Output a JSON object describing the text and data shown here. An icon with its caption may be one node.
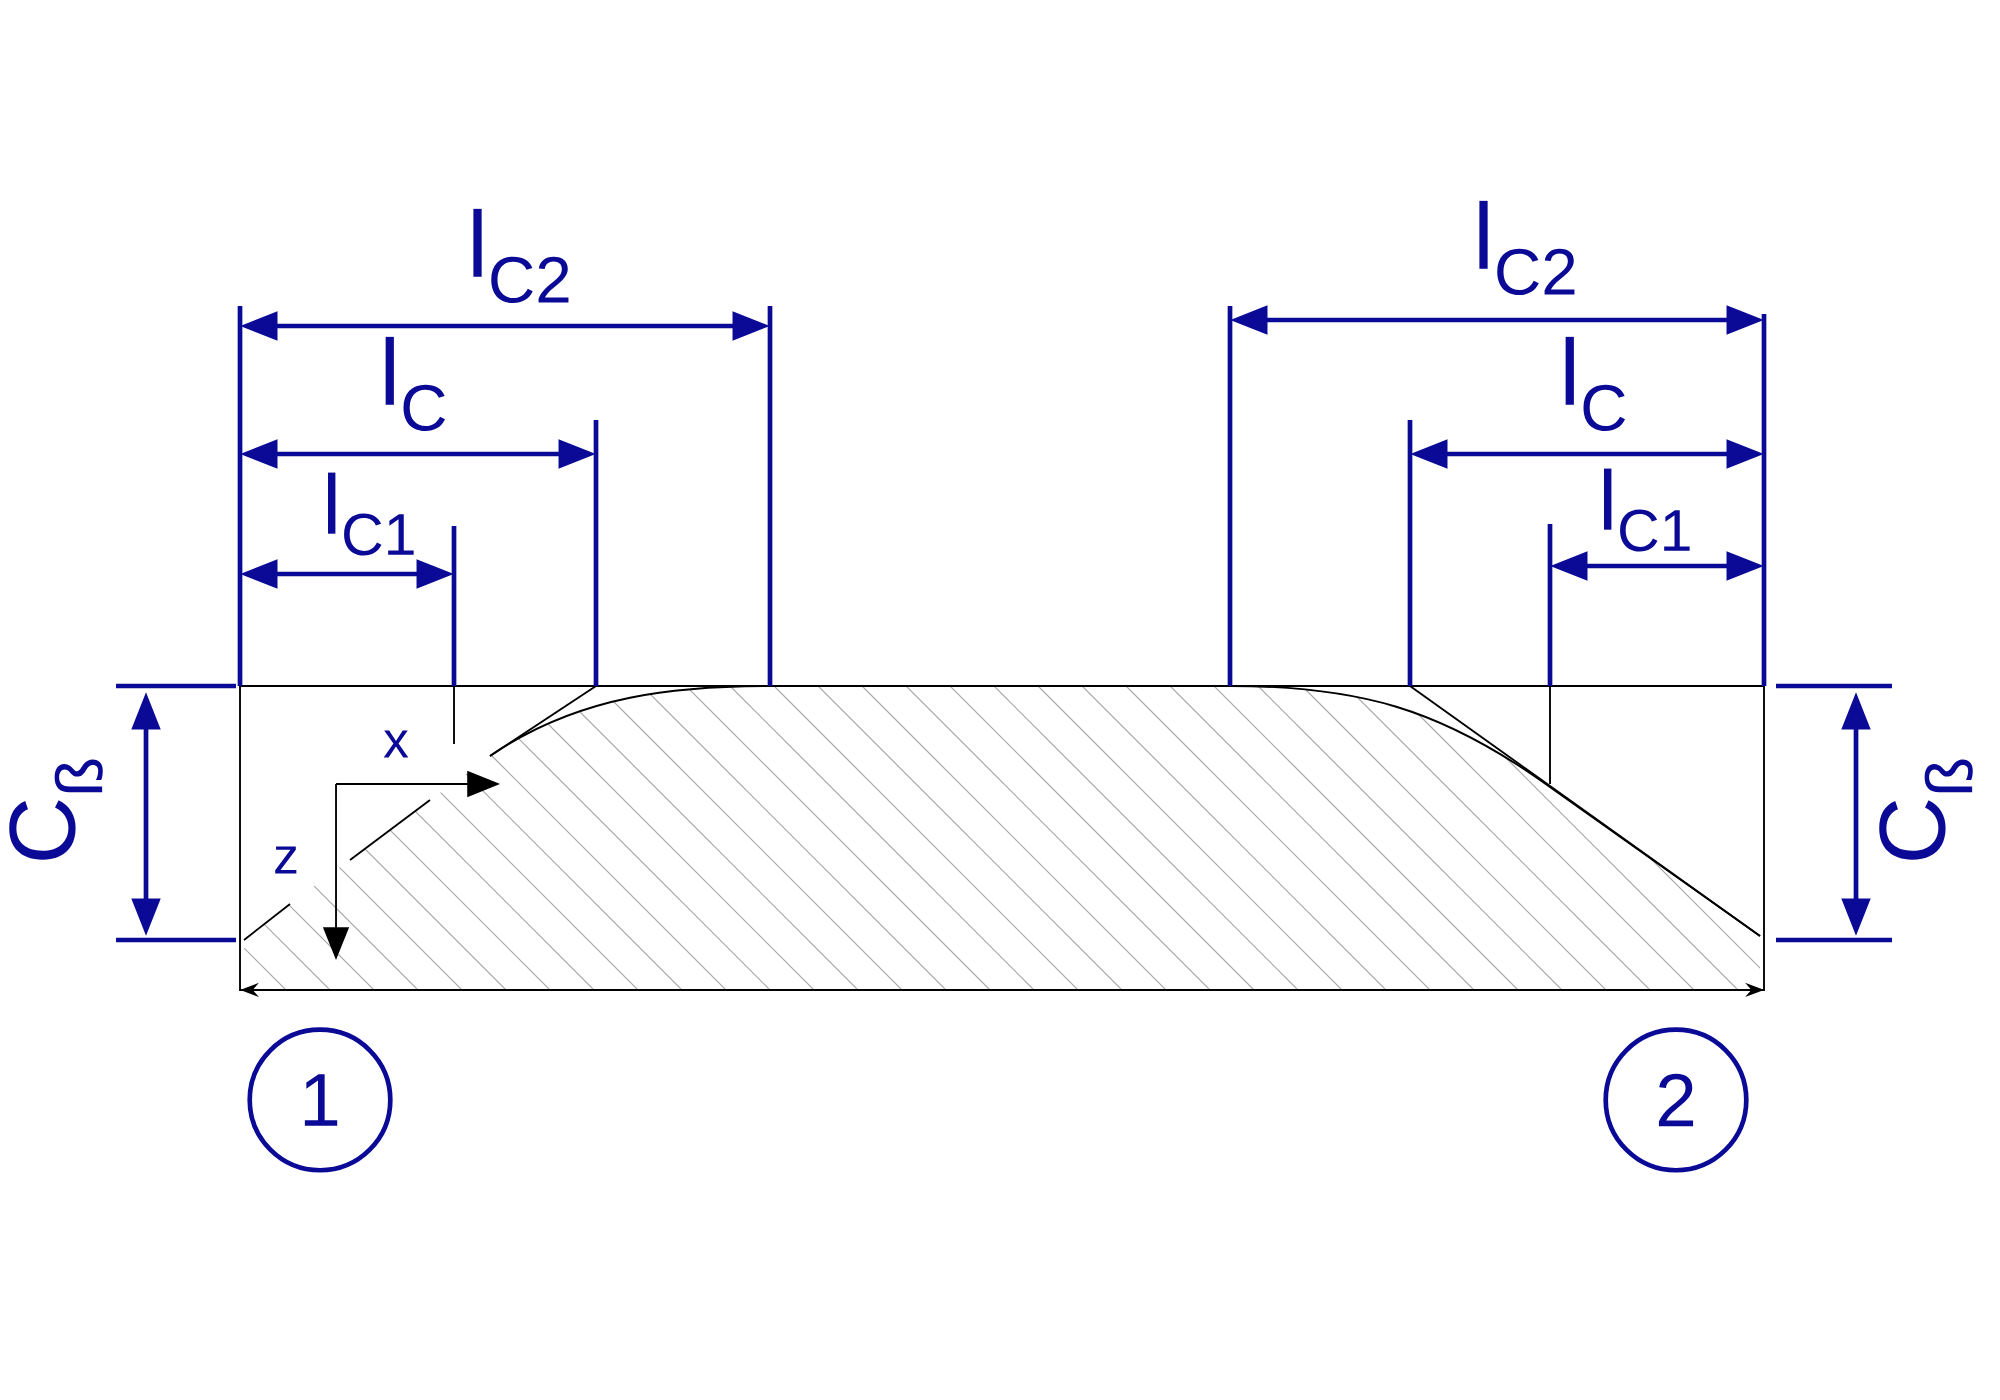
{
  "diagram": {
    "nodes": [
      {
        "text": [
          "1"
        ]
      },
      {
        "text": [
          "2"
        ]
      }
    ],
    "labels": [
      "l$_{C2}$",
      "l$_{C2}$",
      "l$_{C}$",
      "l$_{C}$",
      "l$_{C1}$",
      "l$_{C1}$",
      "x",
      "C$_{ß}$",
      "C$_{ß}$",
      "z"
    ]
  }
}
